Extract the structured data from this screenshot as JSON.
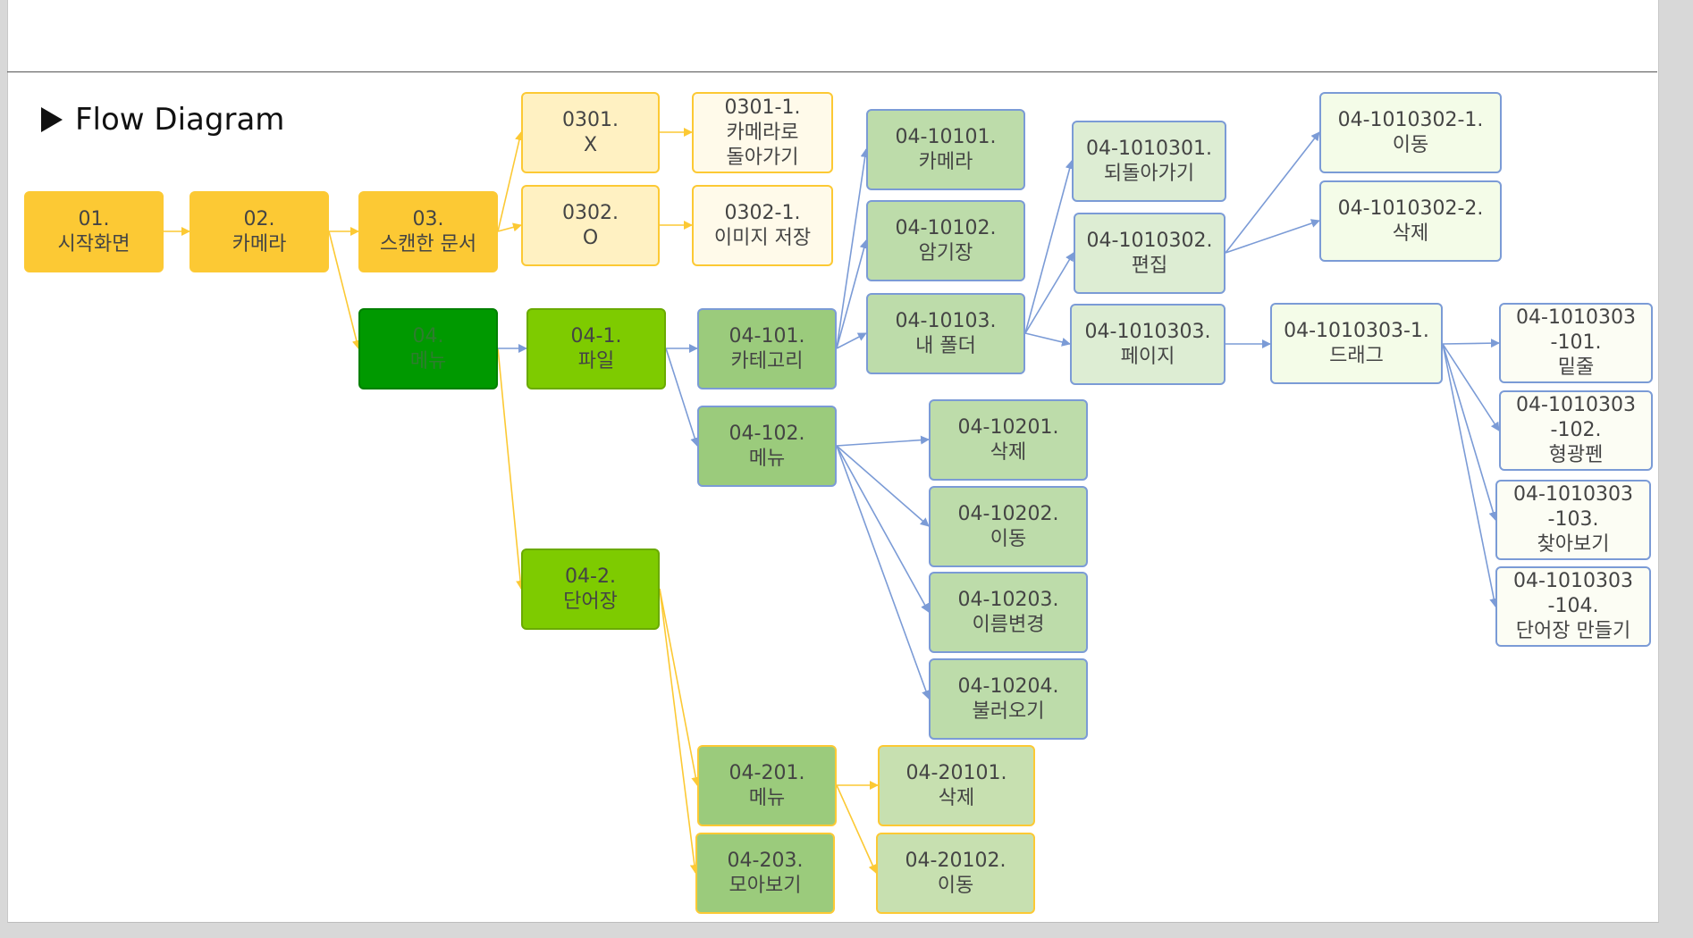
{
  "title": "Flow Diagram",
  "nodes": {
    "n01": "01.\n시작화면",
    "n02": "02.\n카메라",
    "n03": "03.\n스캔한 문서",
    "n0301": "0301.\nX",
    "n0302": "0302.\nO",
    "n0301_1": "0301-1.\n카메라로\n돌아가기",
    "n0302_1": "0302-1.\n이미지 저장",
    "n04": "04.\n메뉴",
    "n04_1": "04-1.\n파일",
    "n04_2": "04-2.\n단어장",
    "n04_101": "04-101.\n카테고리",
    "n04_102": "04-102.\n메뉴",
    "n04_10101": "04-10101.\n카메라",
    "n04_10102": "04-10102.\n암기장",
    "n04_10103": "04-10103.\n내 폴더",
    "n04_1010301": "04-1010301.\n되돌아가기",
    "n04_1010302": "04-1010302.\n편집",
    "n04_1010303": "04-1010303.\n페이지",
    "n04_1010302_1": "04-1010302-1.\n이동",
    "n04_1010302_2": "04-1010302-2.\n삭제",
    "n04_1010303_1": "04-1010303-1.\n드래그",
    "n04_1010303_101": "04-1010303\n-101.\n밑줄",
    "n04_1010303_102": "04-1010303\n-102.\n형광펜",
    "n04_1010303_103": "04-1010303\n-103.\n찾아보기",
    "n04_1010303_104": "04-1010303\n-104.\n단어장 만들기",
    "n04_10201": "04-10201.\n삭제",
    "n04_10202": "04-10202.\n이동",
    "n04_10203": "04-10203.\n이름변경",
    "n04_10204": "04-10204.\n불러오기",
    "n04_201": "04-201.\n메뉴",
    "n04_203": "04-203.\n모아보기",
    "n04_20101": "04-20101.\n삭제",
    "n04_20102": "04-20102.\n이동"
  },
  "colors": {
    "yellow_connector": "#fcc934",
    "blue_connector": "#7b9bd6"
  }
}
